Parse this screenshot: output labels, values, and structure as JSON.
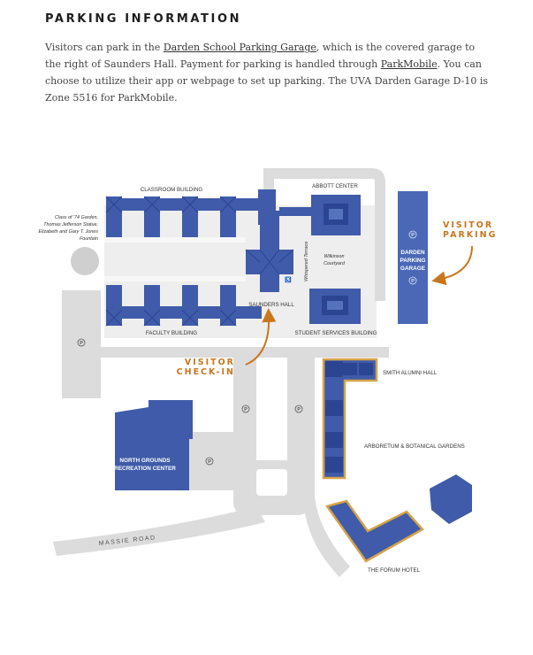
{
  "heading": "PARKING INFORMATION",
  "intro": {
    "part1": "Visitors can park in the ",
    "link1": "Darden School Parking Garage",
    "part2": ", which is the covered garage to the right of Saunders Hall. Payment for parking is handled through ",
    "link2": "ParkMobile",
    "part3": ". You can choose to utilize their app or webpage to set up parking. The UVA Darden Garage D-10 is Zone 5516 for ParkMobile."
  },
  "map": {
    "labels": {
      "classroom_building": "CLASSROOM BUILDING",
      "abbott_center": "ABBOTT CENTER",
      "garden_line1": "Class of '74 Garden,",
      "garden_line2": "Thomas Jefferson Statue,",
      "garden_line3": "Elizabeth and Gary T. Jones",
      "garden_line4": "Fountain",
      "whispered_terrace": "Whispered Terrace",
      "wilkinson_line1": "Wilkinson",
      "wilkinson_line2": "Courtyard",
      "saunders_hall": "SAUNDERS HALL",
      "faculty_building": "FACULTY BUILDING",
      "student_services": "STUDENT SERVICES BUILDING",
      "garage_line1": "DARDEN",
      "garage_line2": "PARKING",
      "garage_line3": "GARAGE",
      "visitor_parking_line1": "VISITOR",
      "visitor_parking_line2": "PARKING",
      "visitor_checkin_line1": "VISITOR",
      "visitor_checkin_line2": "CHECK-IN",
      "smith_alumni_hall": "SMITH ALUMNI HALL",
      "arboretum": "ARBORETUM & BOTANICAL GARDENS",
      "ngrc_line1": "NORTH GROUNDS",
      "ngrc_line2": "RECREATION CENTER",
      "massie_road": "MASSIE ROAD",
      "forum_hotel": "THE FORUM HOTEL",
      "parking_symbol": "P",
      "accessible_symbol": "♿"
    },
    "colors": {
      "building": "#3f5ba9",
      "building_roof": "#2c4592",
      "building_light": "#5572bd",
      "road": "#dcdcdc",
      "ground": "#ececec",
      "accent": "#c9761f",
      "gold_outline": "#d6a34a"
    }
  }
}
